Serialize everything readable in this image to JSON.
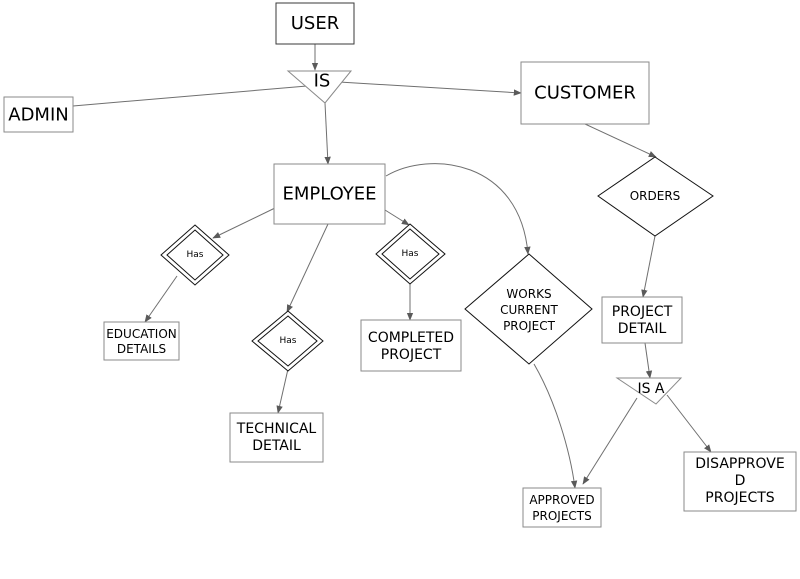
{
  "entities": {
    "user": "USER",
    "admin": "ADMIN",
    "customer": "CUSTOMER",
    "employee": "EMPLOYEE",
    "education_details": [
      "EDUCATION",
      "DETAILS"
    ],
    "technical_detail": [
      "TECHNICAL",
      "DETAIL"
    ],
    "completed_project": [
      "COMPLETED",
      "PROJECT"
    ],
    "project_detail": [
      "PROJECT",
      "DETAIL"
    ],
    "approved_projects": [
      "APPROVED",
      "PROJECTS"
    ],
    "disapproved_projects": [
      "DISAPPROVE",
      "D",
      "PROJECTS"
    ]
  },
  "isa": {
    "user_is": "IS",
    "project_is_a": "IS A"
  },
  "relationships": {
    "has_education": "Has",
    "has_technical": "Has",
    "has_completed": "Has",
    "works_current_project": [
      "WORKS",
      "CURRENT",
      "PROJECT"
    ],
    "orders": "ORDERS"
  }
}
